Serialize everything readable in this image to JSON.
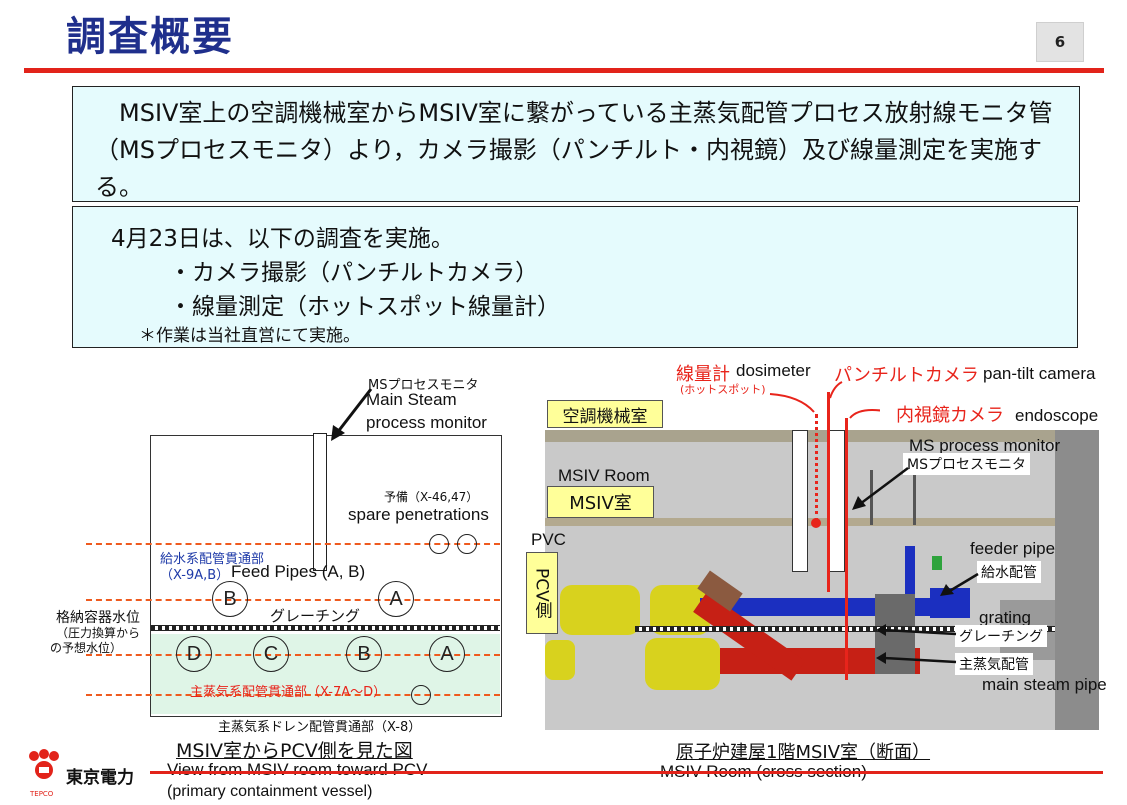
{
  "header": {
    "title": "調査概要",
    "page_number": "6"
  },
  "summary": {
    "text": "　MSIV室上の空調機械室からMSIV室に繋がっている主蒸気配管プロセス放射線モニタ管（MSプロセスモニタ）より，カメラ撮影（パンチルト・内視鏡）及び線量測定を実施する。"
  },
  "plan": {
    "heading": "4月23日は、以下の調査を実施。",
    "items": [
      "・カメラ撮影（パンチルトカメラ）",
      "・線量測定（ホットスポット線量計）"
    ],
    "note": "＊作業は当社直営にて実施。"
  },
  "left_diagram": {
    "ms_monitor_jp": "MSプロセスモニタ",
    "ms_monitor_en_1": "Main Steam",
    "ms_monitor_en_2": "process monitor",
    "spare_jp": "予備（X-46,47）",
    "spare_en": "spare penetrations",
    "feed_jp": "給水系配管貫通部",
    "feed_jp2": "（X-9A,B）",
    "feed_en": "Feed Pipes (A, B)",
    "water_level_1": "格納容器水位",
    "water_level_2": "（圧力換算から",
    "water_level_3": "の予想水位）",
    "grating": "グレーチング",
    "main_steam_jp": "主蒸気系配管貫通部（X-7A～D）",
    "drain": "主蒸気系ドレン配管貫通部（X-8）",
    "feed_circles": [
      "B",
      "A"
    ],
    "steam_circles": [
      "D",
      "C",
      "B",
      "A"
    ],
    "caption_jp": "MSIV室からPCV側を見た図",
    "caption_en_1": "View from MSIV room toward PCV",
    "caption_en_2": "(primary containment vessel)"
  },
  "right_diagram": {
    "dosimeter_jp": "線量計",
    "dosimeter_sub": "(ホットスポット)",
    "dosimeter_en": "dosimeter",
    "pantilt_jp": "パンチルトカメラ",
    "pantilt_en": "pan-tilt camera",
    "endoscope_jp": "内視鏡カメラ",
    "endoscope_en": "endoscope",
    "hvac_room": "空調機械室",
    "ms_monitor_en": "MS process monitor",
    "ms_monitor_jp": "MSプロセスモニタ",
    "msiv_room_en": "MSIV Room",
    "msiv_room_jp": "MSIV室",
    "pvc_en": "PVC",
    "pcv_side": "PCV側",
    "feeder_en": "feeder pipe",
    "feeder_jp": "給水配管",
    "grating_en": "grating",
    "grating_jp": "グレーチング",
    "main_steam_jp": "主蒸気配管",
    "main_steam_en": "main steam pipe",
    "caption_jp": "原子炉建屋1階MSIV室（断面）",
    "caption_en": "MSIV Room (cross section)"
  },
  "footer": {
    "logo_text": "東京電力",
    "logo_sub": "TEPCO"
  },
  "colors": {
    "title": "#1f2f8c",
    "accent_red": "#e2231a",
    "box_bg": "#e5fbfd",
    "label_yellow": "#ffff99",
    "dash_orange": "#ef5a1e"
  }
}
